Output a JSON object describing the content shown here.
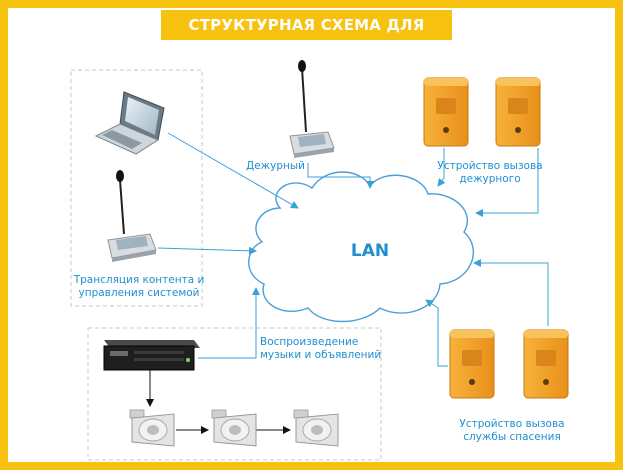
{
  "title": "СТРУКТУРНАЯ СХЕМА ДЛЯ ПАРКОВ",
  "cloud_label": "LAN",
  "labels": {
    "duty": "Дежурный",
    "call_duty_line1": "Устройство вызова",
    "call_duty_line2": "дежурного",
    "broadcast_line1": "Трансляция контента и",
    "broadcast_line2": "управления системой",
    "playback_line1": "Воспроизведение",
    "playback_line2": "музыки и объявлений",
    "rescue_line1": "Устройство вызова",
    "rescue_line2": "службы спасения"
  },
  "colors": {
    "frame": "#f7c20f",
    "accent_text": "#1f8fd0",
    "connector": "#3aa0d8",
    "call_box": "#f5a623"
  },
  "icons": [
    "laptop-icon",
    "desk-microphone-icon",
    "audio-rack-icon",
    "horn-speaker-icon",
    "call-box-icon"
  ]
}
